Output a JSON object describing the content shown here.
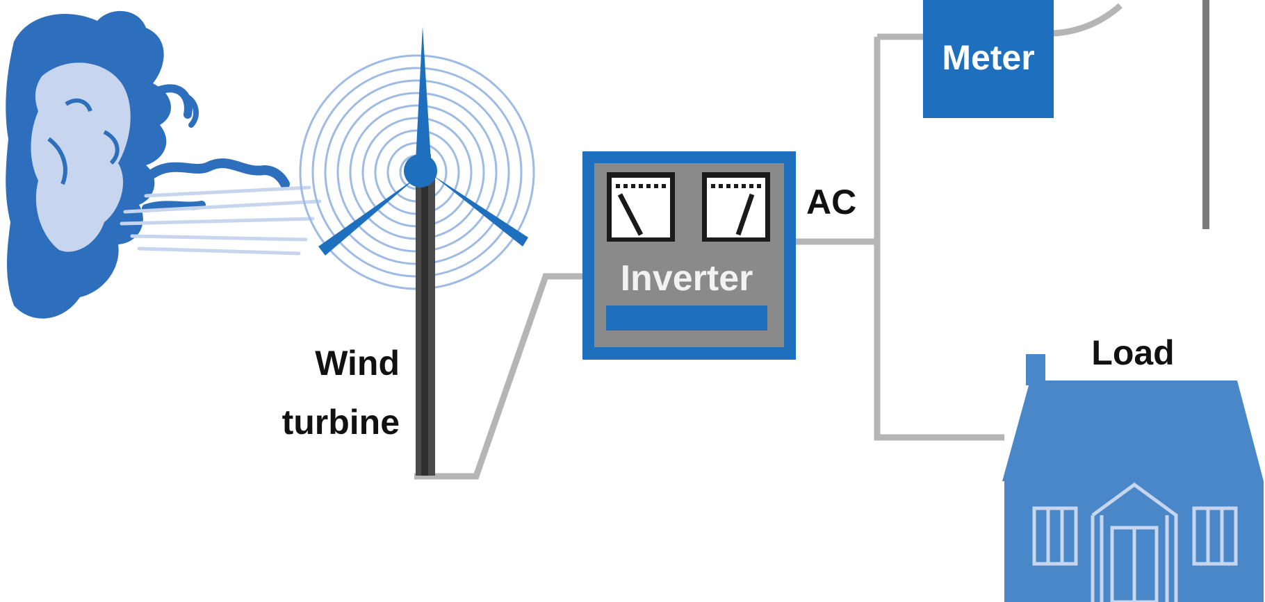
{
  "labels": {
    "wind_turbine_line1": "Wind",
    "wind_turbine_line2": "turbine",
    "inverter": "Inverter",
    "ac": "AC",
    "meter": "Meter",
    "load": "Load"
  },
  "icons": {
    "wind_source": "wind-face-icon",
    "turbine": "wind-turbine-icon",
    "inverter": "inverter-icon",
    "meter": "meter-icon",
    "load": "house-icon"
  },
  "colors": {
    "primary_blue": "#1f6fbf",
    "light_blue": "#4a87c9",
    "pale_blue": "#c7d6ee",
    "wire_gray": "#b5b5b5",
    "inverter_gray": "#8a8a8a",
    "tower_dark": "#3a3a3a"
  }
}
